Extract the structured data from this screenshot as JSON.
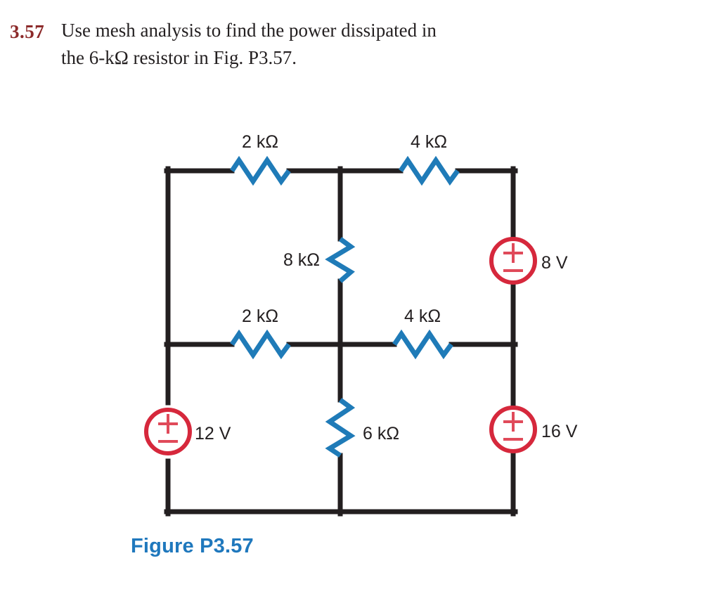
{
  "problem": {
    "number": "3.57",
    "text": "Use mesh analysis to find the power dissipated in the 6-kΩ resistor in Fig. P3.57."
  },
  "figure": {
    "caption": "Figure P3.57",
    "caption_color": "#1f78bd",
    "wire_color": "#231f20",
    "resistor_color": "#1f7bb8",
    "source_color": "#d6283c"
  },
  "circuit": {
    "resistors": [
      {
        "id": "r-top-left",
        "label": "2 kΩ",
        "orientation": "horizontal",
        "label_pos": "above"
      },
      {
        "id": "r-top-right",
        "label": "4 kΩ",
        "orientation": "horizontal",
        "label_pos": "above"
      },
      {
        "id": "r-mid-vert",
        "label": "8 kΩ",
        "orientation": "vertical",
        "label_pos": "left"
      },
      {
        "id": "r-middle-left",
        "label": "2 kΩ",
        "orientation": "horizontal",
        "label_pos": "above"
      },
      {
        "id": "r-middle-right",
        "label": "4 kΩ",
        "orientation": "horizontal",
        "label_pos": "above"
      },
      {
        "id": "r-bottom-vert",
        "label": "6 kΩ",
        "orientation": "vertical",
        "label_pos": "right"
      }
    ],
    "sources": [
      {
        "id": "v-right-top",
        "label": "8 V",
        "polarity_top": "+",
        "polarity_bottom": "−",
        "label_pos": "right"
      },
      {
        "id": "v-left-bottom",
        "label": "12 V",
        "polarity_top": "+",
        "polarity_bottom": "−",
        "label_pos": "right"
      },
      {
        "id": "v-right-bottom",
        "label": "16 V",
        "polarity_top": "+",
        "polarity_bottom": "−",
        "label_pos": "right"
      }
    ]
  }
}
